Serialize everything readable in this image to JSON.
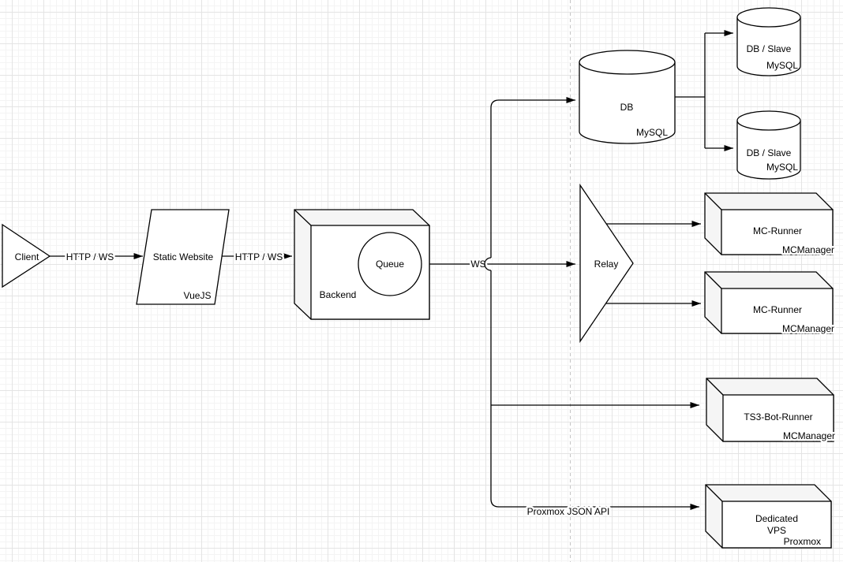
{
  "diagram": {
    "nodes": {
      "client": {
        "label": "Client"
      },
      "static_website": {
        "label": "Static Website",
        "badge": "VueJS"
      },
      "backend": {
        "label": "Backend"
      },
      "queue": {
        "label": "Queue"
      },
      "db": {
        "label": "DB",
        "badge": "MySQL"
      },
      "db_slave_top": {
        "label": "DB / Slave",
        "badge": "MySQL"
      },
      "db_slave_bottom": {
        "label": "DB / Slave",
        "badge": "MySQL"
      },
      "relay": {
        "label": "Relay"
      },
      "mc_runner_top": {
        "label": "MC-Runner",
        "badge": "MCManager"
      },
      "mc_runner_bottom": {
        "label": "MC-Runner",
        "badge": "MCManager"
      },
      "ts3_bot_runner": {
        "label": "TS3-Bot-Runner",
        "badge": "MCManager"
      },
      "dedicated_vps": {
        "label_line1": "Dedicated",
        "label_line2": "VPS",
        "badge": "Proxmox"
      }
    },
    "edges": {
      "client_to_static_website": {
        "label": "HTTP / WS"
      },
      "static_website_to_backend": {
        "label": "HTTP / WS"
      },
      "queue_to_services": {
        "label": "WS"
      },
      "backend_to_dedicated_vps": {
        "label": "Proxmox JSON API"
      }
    },
    "colors": {
      "stroke": "#000000",
      "shape_fill": "#ffffff",
      "cube_side_fill": "#f5f5f5",
      "grid_minor": "#f4f4f4",
      "grid_major": "#e4e4e4",
      "page_boundary_dash": "#c4c4c4"
    }
  }
}
